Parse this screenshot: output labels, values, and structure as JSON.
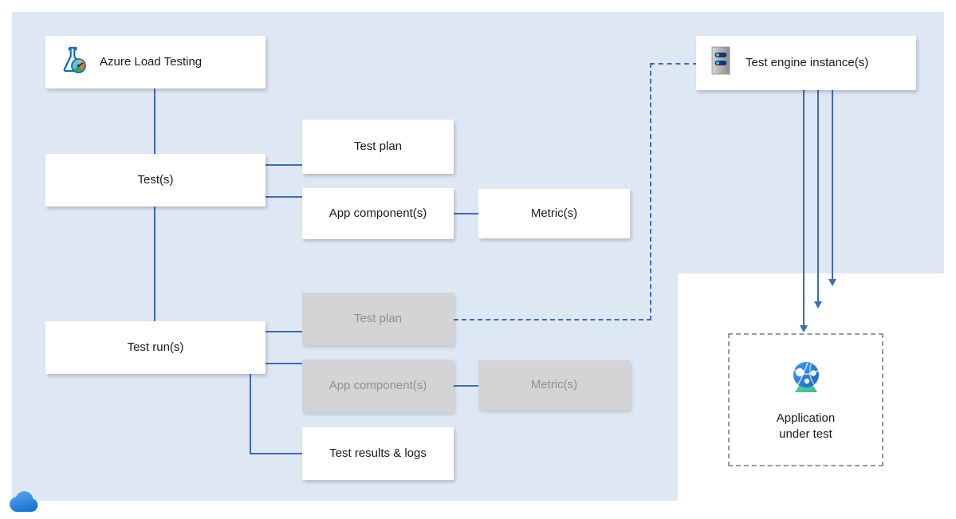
{
  "diagram": {
    "title": "Azure Load Testing architecture",
    "colors": {
      "panel_background": "#dee8f5",
      "page_background": "#ffffff",
      "node_background": "#ffffff",
      "node_dimmed_background": "#d4d4d4",
      "node_dimmed_text": "#8f8f8f",
      "connector": "#3c6cb4",
      "boundary_dashed": "#9a9a9a",
      "accent_blue": "#0078d4"
    }
  },
  "nodes": {
    "azure_load_testing": {
      "label": "Azure Load Testing",
      "icon": "load-testing-flask-icon"
    },
    "tests": {
      "label": "Test(s)"
    },
    "test_plan": {
      "label": "Test plan"
    },
    "app_components": {
      "label": "App component(s)"
    },
    "metrics": {
      "label": "Metric(s)"
    },
    "test_runs": {
      "label": "Test run(s)"
    },
    "test_plan_dim": {
      "label": "Test plan"
    },
    "app_components_dim": {
      "label": "App component(s)"
    },
    "metrics_dim": {
      "label": "Metric(s)"
    },
    "test_results_logs": {
      "label": "Test results & logs"
    },
    "test_engine": {
      "label": "Test engine instance(s)",
      "icon": "virtual-machine-icon"
    },
    "application_under_test": {
      "label": "Application\nunder test",
      "icon": "app-service-globe-icon"
    }
  },
  "decorations": {
    "cloud_icon": "azure-cloud-icon"
  }
}
